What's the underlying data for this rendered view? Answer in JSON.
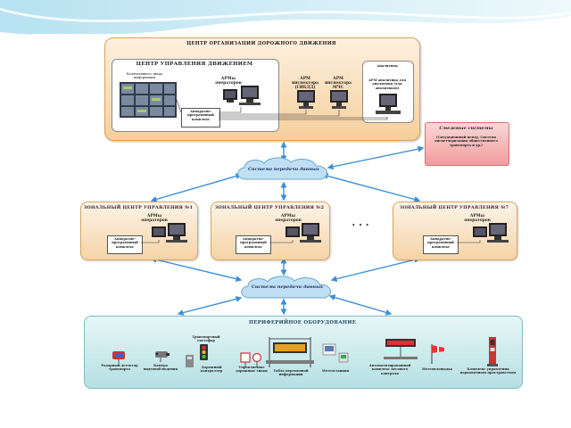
{
  "center_org": {
    "title": "ЦЕНТР ОРГАНИЗАЦИИ ДОРОЖНОГО ДВИЖЕНИЯ",
    "traffic_center": {
      "title": "ЦЕНТР УПРАВЛЕНИЯ ДВИЖЕНИЕМ",
      "video_wall": "Коллективного ввода информации",
      "arm_operators": "АРМы операторов",
      "arm_gibdd": "АРМ инспектора (ГИБДД)",
      "arm_mchs": "АРМ инспектора МЧС",
      "apk": "Аппаратно-программный комплекс"
    },
    "analytics": {
      "title": "Аналитики",
      "arm": "АРМ аналитика для аналитики (для аналитиков)"
    }
  },
  "adjacent_systems": {
    "title": "Смежные системы",
    "text": "(Ситуационный центр, Система диспетчеризации общественного транспорта и др.)"
  },
  "network_top": "Система передачи данных",
  "network_bottom": "Система передачи данных",
  "zones": [
    {
      "title": "ЗОНАЛЬНЫЙ ЦЕНТР УПРАВЛЕНИЯ №1",
      "arm": "АРМы операторов",
      "apk": "Аппаратно-программный комплекс"
    },
    {
      "title": "ЗОНАЛЬНЫЙ ЦЕНТР УПРАВЛЕНИЯ №2",
      "arm": "АРМы операторов",
      "apk": "Аппаратно-программный комплекс"
    },
    {
      "title": "ЗОНАЛЬНЫЙ ЦЕНТР УПРАВЛЕНИЯ №7",
      "arm": "АРМы операторов",
      "apk": "Аппаратно-программный комплекс"
    }
  ],
  "ellipsis": "· · ·",
  "peripheral": {
    "title": "ПЕРИФЕРИЙНОЕ ОБОРУДОВАНИЕ",
    "items": [
      {
        "label": "Радарный детектор транспорта"
      },
      {
        "label": "Камера видеонаблюдения"
      },
      {
        "label": "Транспортный светофор"
      },
      {
        "label": "Дорожный контроллер"
      },
      {
        "label": "Управляемые дорожные знаки"
      },
      {
        "label": "Табло переменной информации"
      },
      {
        "label": "Метеостанция"
      },
      {
        "label": "Автоматизированный комплекс весового контроля"
      },
      {
        "label": "Метеоплощадка"
      },
      {
        "label": "Комплекс управления парковочным пространством"
      }
    ]
  },
  "colors": {
    "orange_fill": "#f6cf9c",
    "teal_fill": "#b5e0e3",
    "red_fill": "#f29c9c",
    "cloud_fill": "#bfe0f4",
    "arrow": "#3b8ed8",
    "background_wave": "#c9e9f4"
  }
}
